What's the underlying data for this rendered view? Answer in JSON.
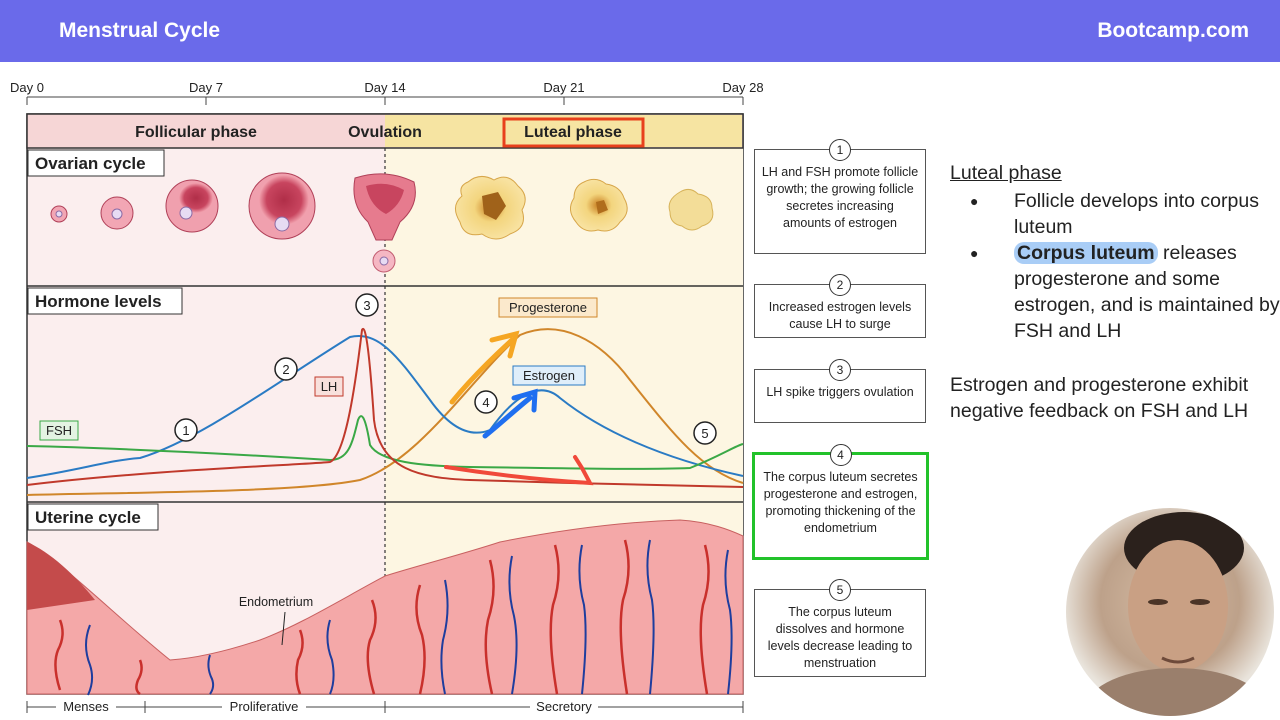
{
  "header": {
    "title": "Menstrual Cycle",
    "brand": "Bootcamp.com"
  },
  "days": [
    "Day 0",
    "Day 7",
    "Day 14",
    "Day 21",
    "Day 28"
  ],
  "phases": {
    "follicular": "Follicular phase",
    "ovulation": "Ovulation",
    "luteal": "Luteal phase"
  },
  "sections": {
    "ovarian": "Ovarian cycle",
    "hormone": "Hormone levels",
    "uterine": "Uterine cycle"
  },
  "hormone_labels": {
    "fsh": "FSH",
    "lh": "LH",
    "progesterone": "Progesterone",
    "estrogen": "Estrogen"
  },
  "markers": [
    "1",
    "2",
    "3",
    "4",
    "5"
  ],
  "endometrium_label": "Endometrium",
  "bottom_phases": {
    "menses": "Menses",
    "proliferative": "Proliferative",
    "secretory": "Secretory"
  },
  "colors": {
    "header": "#6a6aea",
    "fsh": "#3aa846",
    "lh": "#c0392b",
    "estrogen": "#2a7bc4",
    "progesterone": "#d0862a",
    "highlight_box": "#22c22a",
    "luteal_outline": "#e8401c"
  },
  "steps": [
    {
      "num": "1",
      "text": "LH and FSH promote follicle growth; the growing follicle secretes increasing amounts of estrogen"
    },
    {
      "num": "2",
      "text": "Increased estrogen levels cause LH to surge"
    },
    {
      "num": "3",
      "text": "LH spike triggers ovulation"
    },
    {
      "num": "4",
      "text": "The corpus luteum secretes progesterone and estrogen, promoting thickening of the endometrium"
    },
    {
      "num": "5",
      "text": "The corpus luteum dissolves and hormone levels decrease leading to menstruation"
    }
  ],
  "notes": {
    "heading": "Luteal phase",
    "bullet1": "Follicle develops into corpus luteum",
    "bullet2_highlight": "Corpus luteum",
    "bullet2_rest": " releases progesterone and some estrogen, and is maintained by FSH and LH",
    "paragraph": "Estrogen and progesterone exhibit negative feedback on FSH and LH"
  }
}
